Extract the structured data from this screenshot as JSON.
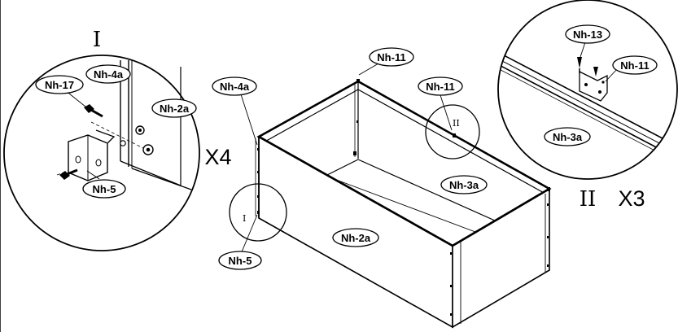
{
  "detail_I": {
    "marker": "I",
    "multiplier": "X4",
    "labels": {
      "nh17": "Nh-17",
      "nh4a": "Nh-4a",
      "nh2a": "Nh-2a",
      "nh5": "Nh-5"
    }
  },
  "detail_II": {
    "marker": "II",
    "multiplier": "X3",
    "labels": {
      "nh13": "Nh-13",
      "nh11": "Nh-11",
      "nh3a": "Nh-3a"
    }
  },
  "main": {
    "labels": {
      "nh11_top": "Nh-11",
      "nh4a": "Nh-4a",
      "nh11_right": "Nh-11",
      "nh3a": "Nh-3a",
      "nh2a": "Nh-2a",
      "nh5": "Nh-5"
    },
    "callout_I": "I",
    "callout_II": "II"
  }
}
